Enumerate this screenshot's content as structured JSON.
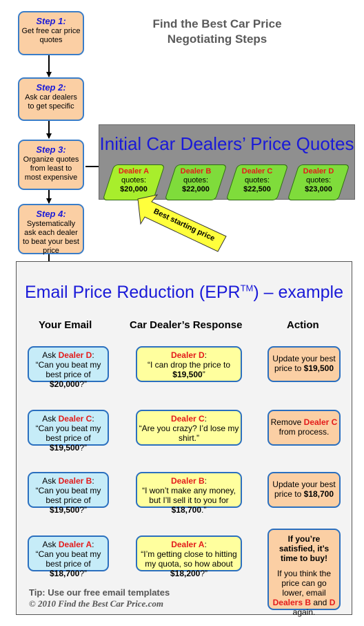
{
  "title_line1": "Find the Best Car Price",
  "title_line2": "Negotiating Steps",
  "steps": [
    {
      "label": "Step 1:",
      "text": "Get free car price quotes"
    },
    {
      "label": "Step 2:",
      "text": "Ask car dealers to get specific"
    },
    {
      "label": "Step 3:",
      "text": "Organize quotes from least to most expensive"
    },
    {
      "label": "Step 4:",
      "text": "Systematically ask each dealer to beat your best price"
    }
  ],
  "quotes_title": "Initial Car Dealers’ Price Quotes",
  "dealers": [
    {
      "name": "Dealer A",
      "quotes_label": "quotes:",
      "price": "$20,000"
    },
    {
      "name": "Dealer B",
      "quotes_label": "quotes:",
      "price": "$22,000"
    },
    {
      "name": "Dealer C",
      "quotes_label": "quotes:",
      "price": "$22,500"
    },
    {
      "name": "Dealer D",
      "quotes_label": "quotes:",
      "price": "$23,000"
    }
  ],
  "best_price_label": "Best starting price",
  "epr_title": "Email Price Reduction (EPR",
  "epr_tm": "TM",
  "epr_title_end": ") – example",
  "columns": {
    "email": "Your Email",
    "response": "Car Dealer’s Response",
    "action": "Action"
  },
  "rows": [
    {
      "email_ask": "Ask ",
      "email_dealer": "Dealer D",
      "email_colon": ":",
      "email_q": "“Can you beat my best price of ",
      "email_price": "$20,000",
      "email_end": "?”",
      "resp_dealer": "Dealer D",
      "resp_colon": ":",
      "resp_text": "“I can drop the price to ",
      "resp_bold": "$19,500",
      "resp_end": "”",
      "act_text": "Update your best price to ",
      "act_bold": "$19,500"
    },
    {
      "email_ask": "Ask ",
      "email_dealer": "Dealer C",
      "email_colon": ":",
      "email_q": "“Can you beat my best price of ",
      "email_price": "$19,500",
      "email_end": "?”",
      "resp_dealer": "Dealer C",
      "resp_colon": ":",
      "resp_text": "“Are you crazy? I’d lose my shirt.”",
      "act_pre": "Remove ",
      "act_dealer": "Dealer C",
      "act_post": " from process."
    },
    {
      "email_ask": "Ask ",
      "email_dealer": "Dealer B",
      "email_colon": ":",
      "email_q": "“Can you beat my best price of ",
      "email_price": "$19,500",
      "email_end": "?”",
      "resp_dealer": "Dealer B",
      "resp_colon": ":",
      "resp_text": "“I won’t make any money, but I’ll sell it to you for ",
      "resp_bold": "$18,700",
      "resp_end": ".”",
      "act_text": "Update your best price to ",
      "act_bold": "$18,700"
    },
    {
      "email_ask": "Ask ",
      "email_dealer": "Dealer A",
      "email_colon": ":",
      "email_q": "“Can you beat my best price of ",
      "email_price": "$18,700",
      "email_end": "?”",
      "resp_dealer": "Dealer A",
      "resp_colon": ":",
      "resp_text": "“I’m getting close to hitting my quota, so how about ",
      "resp_bold": "$18,200",
      "resp_end": "?”",
      "act_head": "If you’re satisfied, it’s time to buy!",
      "act_text": "If you think the price can go lower, email ",
      "act_d1": "Dealers B",
      "act_and": " and ",
      "act_d2": "D",
      "act_end": " again."
    }
  ],
  "tip": "Tip: Use our free email templates",
  "copyright": "© 2010 Find the Best Car Price.com"
}
